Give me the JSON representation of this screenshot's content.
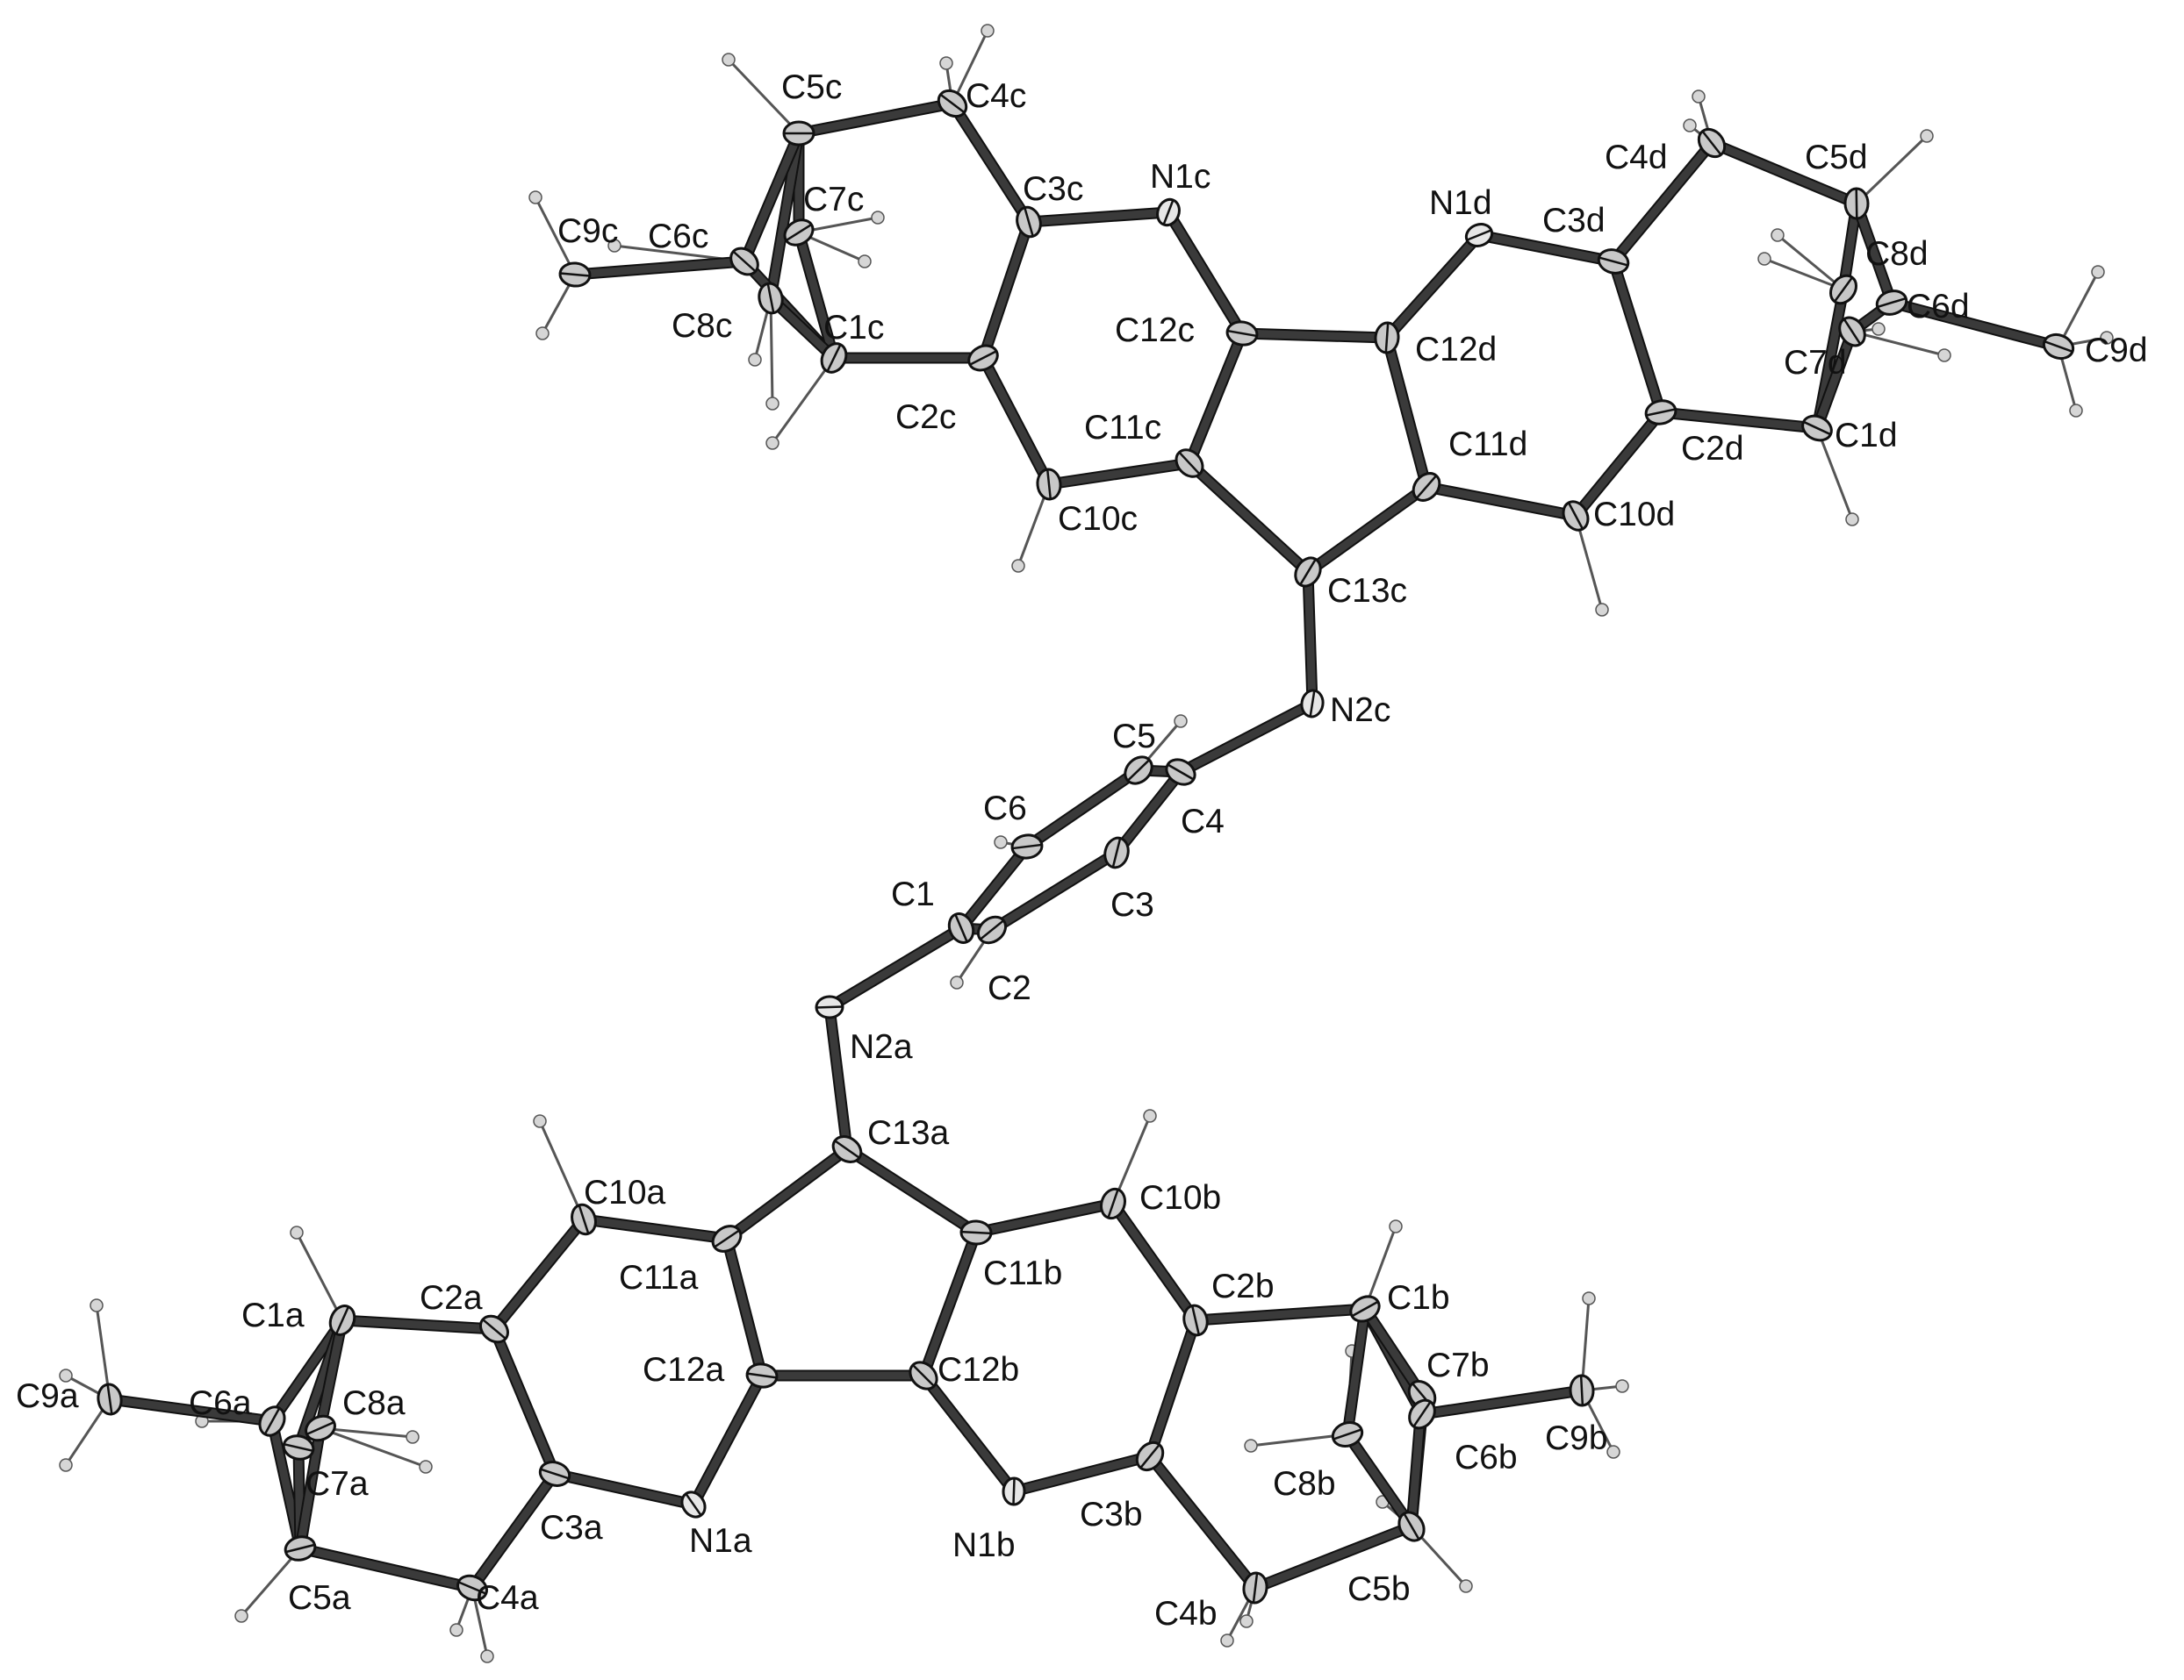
{
  "colors": {
    "bond": "#3a3a3a",
    "atom": "#c8c8c8",
    "label": "#111111",
    "background": "#ffffff"
  },
  "atoms": [
    {
      "id": "C5c",
      "label": "C5c"
    },
    {
      "id": "C4c",
      "label": "C4c"
    },
    {
      "id": "C3c",
      "label": "C3c"
    },
    {
      "id": "N1c",
      "label": "N1c"
    },
    {
      "id": "C7c",
      "label": "C7c"
    },
    {
      "id": "C9c",
      "label": "C9c"
    },
    {
      "id": "C6c",
      "label": "C6c"
    },
    {
      "id": "C8c",
      "label": "C8c"
    },
    {
      "id": "C1c",
      "label": "C1c"
    },
    {
      "id": "C2c",
      "label": "C2c"
    },
    {
      "id": "C12c",
      "label": "C12c"
    },
    {
      "id": "C11c",
      "label": "C11c"
    },
    {
      "id": "C10c",
      "label": "C10c"
    },
    {
      "id": "C13c",
      "label": "C13c"
    },
    {
      "id": "N1d",
      "label": "N1d"
    },
    {
      "id": "C3d",
      "label": "C3d"
    },
    {
      "id": "C4d",
      "label": "C4d"
    },
    {
      "id": "C5d",
      "label": "C5d"
    },
    {
      "id": "C8d",
      "label": "C8d"
    },
    {
      "id": "C6d",
      "label": "C6d"
    },
    {
      "id": "C9d",
      "label": "C9d"
    },
    {
      "id": "C7d",
      "label": "C7d"
    },
    {
      "id": "C12d",
      "label": "C12d"
    },
    {
      "id": "C11d",
      "label": "C11d"
    },
    {
      "id": "C2d",
      "label": "C2d"
    },
    {
      "id": "C1d",
      "label": "C1d"
    },
    {
      "id": "C10d",
      "label": "C10d"
    },
    {
      "id": "N2c",
      "label": "N2c"
    },
    {
      "id": "C5",
      "label": "C5"
    },
    {
      "id": "C6",
      "label": "C6"
    },
    {
      "id": "C4",
      "label": "C4"
    },
    {
      "id": "C1",
      "label": "C1"
    },
    {
      "id": "C3",
      "label": "C3"
    },
    {
      "id": "C2",
      "label": "C2"
    },
    {
      "id": "N2a",
      "label": "N2a"
    },
    {
      "id": "C13a",
      "label": "C13a"
    },
    {
      "id": "C10a",
      "label": "C10a"
    },
    {
      "id": "C10b",
      "label": "C10b"
    },
    {
      "id": "C11a",
      "label": "C11a"
    },
    {
      "id": "C11b",
      "label": "C11b"
    },
    {
      "id": "C2a",
      "label": "C2a"
    },
    {
      "id": "C2b",
      "label": "C2b"
    },
    {
      "id": "C1a",
      "label": "C1a"
    },
    {
      "id": "C1b",
      "label": "C1b"
    },
    {
      "id": "C12a",
      "label": "C12a"
    },
    {
      "id": "C12b",
      "label": "C12b"
    },
    {
      "id": "C9a",
      "label": "C9a"
    },
    {
      "id": "C6a",
      "label": "C6a"
    },
    {
      "id": "C8a",
      "label": "C8a"
    },
    {
      "id": "C7a",
      "label": "C7a"
    },
    {
      "id": "C7b",
      "label": "C7b"
    },
    {
      "id": "C9b",
      "label": "C9b"
    },
    {
      "id": "C6b",
      "label": "C6b"
    },
    {
      "id": "C8b",
      "label": "C8b"
    },
    {
      "id": "C3a",
      "label": "C3a"
    },
    {
      "id": "N1a",
      "label": "N1a"
    },
    {
      "id": "N1b",
      "label": "N1b"
    },
    {
      "id": "C3b",
      "label": "C3b"
    },
    {
      "id": "C5a",
      "label": "C5a"
    },
    {
      "id": "C4a",
      "label": "C4a"
    },
    {
      "id": "C5b",
      "label": "C5b"
    },
    {
      "id": "C4b",
      "label": "C4b"
    }
  ],
  "bonds": [
    [
      "C5c",
      "C4c"
    ],
    [
      "C4c",
      "C3c"
    ],
    [
      "C3c",
      "N1c"
    ],
    [
      "C3c",
      "C2c"
    ],
    [
      "N1c",
      "C12c"
    ],
    [
      "C2c",
      "C1c"
    ],
    [
      "C2c",
      "C10c"
    ],
    [
      "C10c",
      "C11c"
    ],
    [
      "C11c",
      "C12c"
    ],
    [
      "C12c",
      "C12d"
    ],
    [
      "C11c",
      "C13c"
    ],
    [
      "C13c",
      "C11d"
    ],
    [
      "C12d",
      "C11d"
    ],
    [
      "C12d",
      "N1d"
    ],
    [
      "N1d",
      "C3d"
    ],
    [
      "C3d",
      "C4d"
    ],
    [
      "C3d",
      "C2d"
    ],
    [
      "C4d",
      "C5d"
    ],
    [
      "C2d",
      "C1d"
    ],
    [
      "C2d",
      "C10d"
    ],
    [
      "C10d",
      "C11d"
    ],
    [
      "C5d",
      "C8d"
    ],
    [
      "C5d",
      "C6d"
    ],
    [
      "C8d",
      "C1d"
    ],
    [
      "C7d",
      "C1d"
    ],
    [
      "C7d",
      "C6d"
    ],
    [
      "C6d",
      "C9d"
    ],
    [
      "C5c",
      "C7c"
    ],
    [
      "C5c",
      "C8c"
    ],
    [
      "C5c",
      "C6c"
    ],
    [
      "C6c",
      "C9c"
    ],
    [
      "C6c",
      "C1c"
    ],
    [
      "C7c",
      "C1c"
    ],
    [
      "C8c",
      "C1c"
    ],
    [
      "C13c",
      "N2c"
    ],
    [
      "N2c",
      "C4"
    ],
    [
      "C4",
      "C5"
    ],
    [
      "C5",
      "C6"
    ],
    [
      "C6",
      "C1"
    ],
    [
      "C1",
      "C2"
    ],
    [
      "C2",
      "C3"
    ],
    [
      "C3",
      "C4"
    ],
    [
      "C1",
      "N2a"
    ],
    [
      "N2a",
      "C13a"
    ],
    [
      "C13a",
      "C11a"
    ],
    [
      "C13a",
      "C11b"
    ],
    [
      "C11a",
      "C10a"
    ],
    [
      "C11a",
      "C12a"
    ],
    [
      "C12a",
      "C12b"
    ],
    [
      "C11b",
      "C12b"
    ],
    [
      "C11b",
      "C10b"
    ],
    [
      "C10a",
      "C2a"
    ],
    [
      "C10b",
      "C2b"
    ],
    [
      "C2a",
      "C1a"
    ],
    [
      "C2a",
      "C3a"
    ],
    [
      "C3a",
      "N1a"
    ],
    [
      "N1a",
      "C12a"
    ],
    [
      "C12b",
      "N1b"
    ],
    [
      "N1b",
      "C3b"
    ],
    [
      "C3b",
      "C2b"
    ],
    [
      "C2b",
      "C1b"
    ],
    [
      "C3b",
      "C4b"
    ],
    [
      "C4b",
      "C5b"
    ],
    [
      "C3a",
      "C4a"
    ],
    [
      "C4a",
      "C5a"
    ],
    [
      "C1a",
      "C6a"
    ],
    [
      "C1a",
      "C7a"
    ],
    [
      "C1a",
      "C8a"
    ],
    [
      "C6a",
      "C9a"
    ],
    [
      "C6a",
      "C5a"
    ],
    [
      "C7a",
      "C5a"
    ],
    [
      "C8a",
      "C5a"
    ],
    [
      "C1b",
      "C6b"
    ],
    [
      "C6b",
      "C9b"
    ],
    [
      "C6b",
      "C5b"
    ],
    [
      "C1b",
      "C8b"
    ],
    [
      "C8b",
      "C5b"
    ],
    [
      "C7b",
      "C1b"
    ],
    [
      "C7b",
      "C5b"
    ]
  ]
}
